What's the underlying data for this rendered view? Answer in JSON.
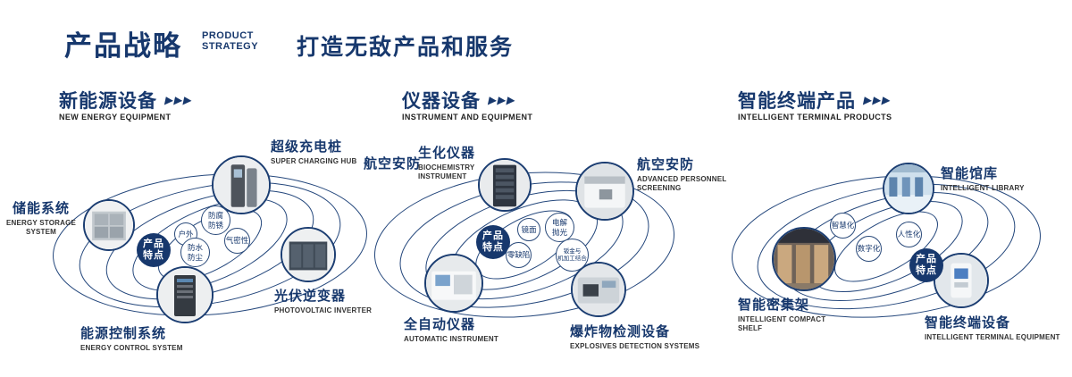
{
  "header": {
    "title": "产品战略",
    "subtitle1": "PRODUCT",
    "subtitle2": "STRATEGY",
    "tagline": "打造无敌产品和服务"
  },
  "arrows": "▶▶▶",
  "colors": {
    "navy": "#17386d",
    "text_gray": "#333333"
  },
  "sections": [
    {
      "title": "新能源设备",
      "subtitle": "NEW ENERGY EQUIPMENT",
      "badge": "产品\n特点",
      "features": [
        "户外",
        "防腐\n防锈",
        "气密性",
        "防水\n防尘"
      ],
      "products": [
        {
          "name": "超级充电桩",
          "en": "SUPER CHARGING HUB"
        },
        {
          "name": "储能系统",
          "en": "ENERGY STORAGE\nSYSTEM"
        },
        {
          "name": "光伏逆变器",
          "en": "PHOTOVOLTAIC INVERTER"
        },
        {
          "name": "能源控制系统",
          "en": "ENERGY CONTROL SYSTEM"
        }
      ]
    },
    {
      "title": "仪器设备",
      "subtitle": "INSTRUMENT AND EQUIPMENT",
      "badge": "产品\n特点",
      "aviation_label": "航空安防",
      "features": [
        "镜面",
        "电解\n抛光",
        "零缺陷",
        "钣金与\n机加工结合"
      ],
      "products": [
        {
          "name": "生化仪器",
          "en": "BIOCHEMISTRY\nINSTRUMENT"
        },
        {
          "name": "航空安防",
          "en": "ADVANCED PERSONNEL\nSCREENING"
        },
        {
          "name": "全自动仪器",
          "en": "AUTOMATIC INSTRUMENT"
        },
        {
          "name": "爆炸物检测设备",
          "en": "EXPLOSIVES DETECTION SYSTEMS"
        }
      ]
    },
    {
      "title": "智能终端产品",
      "subtitle": "INTELLIGENT TERMINAL PRODUCTS",
      "badge": "产品\n特点",
      "features": [
        "智慧化",
        "人性化",
        "数字化"
      ],
      "products": [
        {
          "name": "智能馆库",
          "en": "INTELLIGENT LIBRARY"
        },
        {
          "name": "智能密集架",
          "en": "INTELLIGENT COMPACT\nSHELF"
        },
        {
          "name": "智能终端设备",
          "en": "INTELLIGENT TERMINAL EQUIPMENT"
        }
      ]
    }
  ]
}
